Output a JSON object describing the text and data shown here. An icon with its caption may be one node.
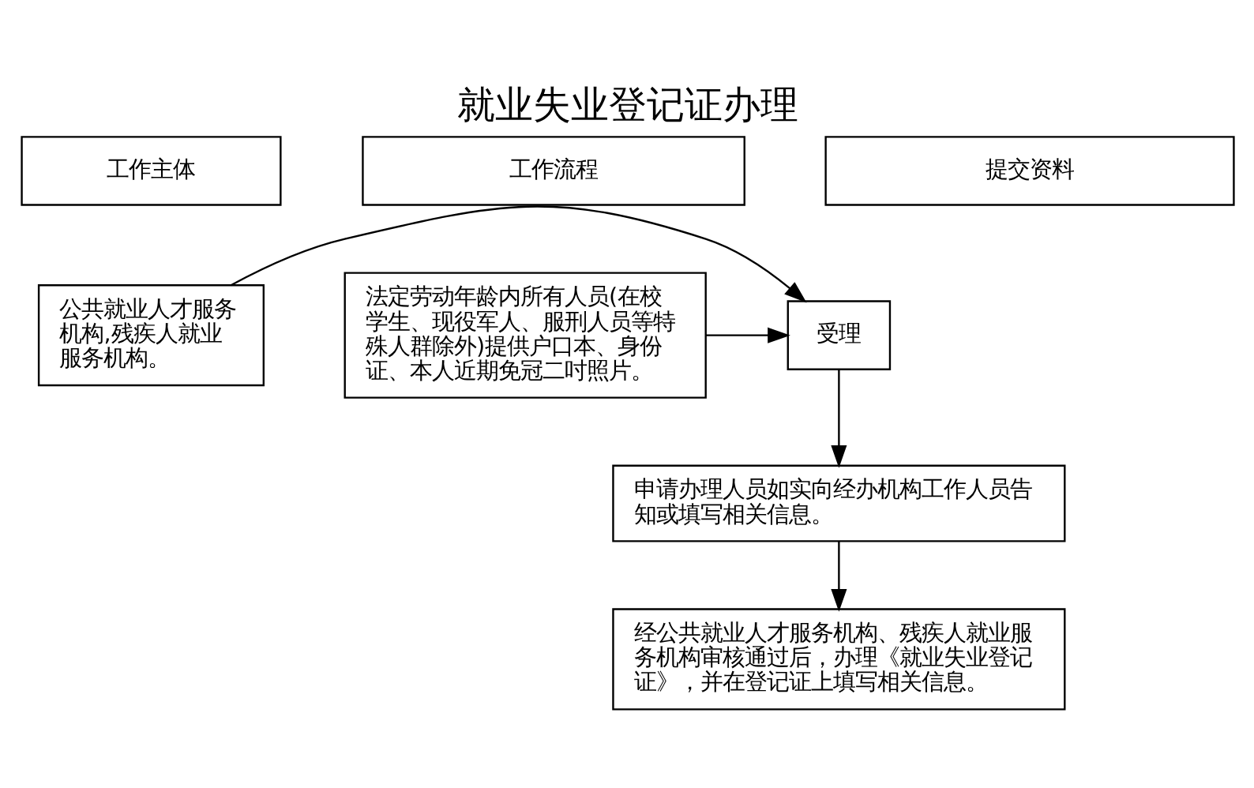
{
  "diagram": {
    "title": "就业失业登记证办理",
    "nodes": [
      {
        "text": [
          "工作主体"
        ]
      },
      {
        "text": [
          "工作流程"
        ]
      },
      {
        "text": [
          "提交资料"
        ]
      },
      {
        "text": [
          "公共就业人才服务机构,残疾人就业服务机构。"
        ]
      },
      {
        "text": [
          "受理"
        ]
      },
      {
        "text": [
          "法定劳动年龄内所有人员(在校学生、现役军人、服刑人员等特殊人群除外)提供户口本、身份证、本人近期免冠二吋照片。"
        ]
      },
      {
        "text": [
          "申请办理人员如实向经办机构工作人员告知或填写相关信息。"
        ]
      },
      {
        "text": [
          "经公共就业人才服务机构、残疾人就业服务机构审核通过后，办理《就业失业登记证》，并在登记证上填写相关信息。"
        ]
      }
    ],
    "edges": [
      {
        "from": 3,
        "to": 4,
        "arrow": "to"
      },
      {
        "from": 5,
        "to": 4,
        "arrow": "to"
      },
      {
        "from": 4,
        "to": 6,
        "arrow": "to"
      },
      {
        "from": 6,
        "to": 7,
        "arrow": "to"
      }
    ]
  }
}
